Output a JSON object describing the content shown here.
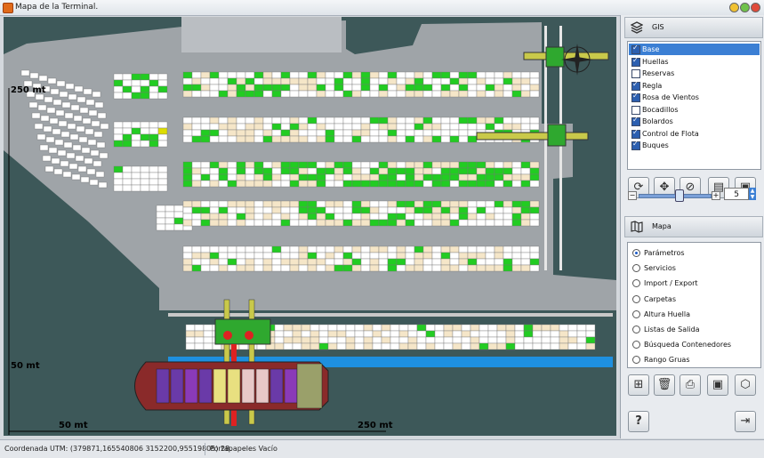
{
  "window": {
    "title": "Mapa de la Terminal."
  },
  "map": {
    "scale_labels": {
      "top_left": "250 mt",
      "mid_left": "50 mt",
      "bottom_50": "50 mt",
      "bottom_250": "250 mt"
    }
  },
  "gis": {
    "title": "GIS",
    "layers": [
      {
        "label": "Base",
        "checked": true,
        "selected": true
      },
      {
        "label": "Huellas",
        "checked": true
      },
      {
        "label": "Reservas",
        "checked": false
      },
      {
        "label": "Regla",
        "checked": true
      },
      {
        "label": "Rosa de Vientos",
        "checked": true
      },
      {
        "label": "Bocadillos",
        "checked": false
      },
      {
        "label": "Bolardos",
        "checked": true
      },
      {
        "label": "Control de Flota",
        "checked": true
      },
      {
        "label": "Buques",
        "checked": true
      }
    ],
    "zoom_value": "5"
  },
  "mapa": {
    "title": "Mapa",
    "options": [
      {
        "label": "Parámetros",
        "selected": true
      },
      {
        "label": "Servicios"
      },
      {
        "label": "Import / Export"
      },
      {
        "label": "Carpetas"
      },
      {
        "label": "Altura Huella"
      },
      {
        "label": "Listas de Salida"
      },
      {
        "label": "Búsqueda Contenedores"
      },
      {
        "label": "Rango Gruas"
      }
    ]
  },
  "help": {
    "label": "?"
  },
  "statusbar": {
    "coordinates": "Coordenada UTM: (379871,165540806 3152200,95519805) 28.",
    "clipboard": "Portapapeles Vacío"
  },
  "colors": {
    "map_water": "#3d5859",
    "yard": "#9fa4a8",
    "container_full": "#22cc22",
    "container_empty": "#ffffff",
    "container_reserved": "#f5e6c8",
    "highlight": "#dddd00",
    "accent": "#3b7fd4"
  }
}
